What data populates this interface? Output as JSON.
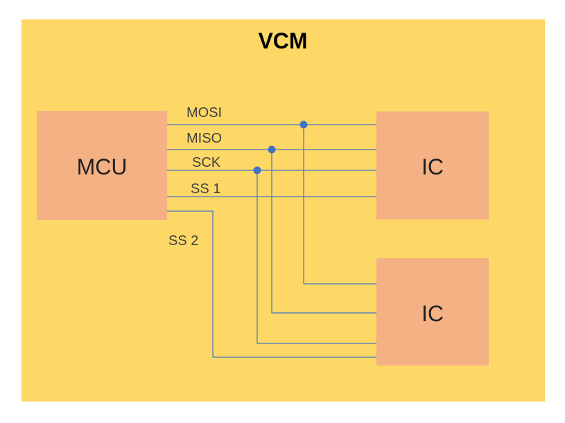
{
  "title": "VCM",
  "mcu_label": "MCU",
  "ic_top_label": "IC",
  "ic_bottom_label": "IC",
  "signals": {
    "mosi": "MOSI",
    "miso": "MISO",
    "sck": "SCK",
    "ss1": "SS 1",
    "ss2": "SS 2"
  },
  "colors": {
    "background": "#FDD866",
    "box": "#F4B183",
    "wire": "#4472C4"
  }
}
